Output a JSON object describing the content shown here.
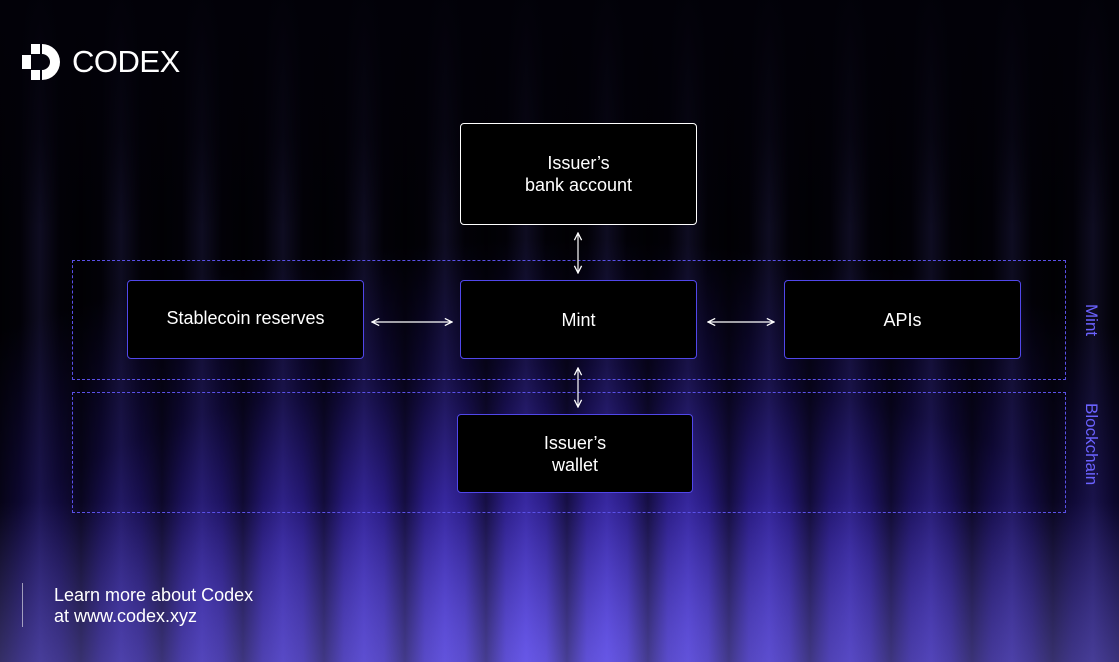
{
  "brand": {
    "name": "CODEX",
    "accent_color": "#5147ea"
  },
  "groups": {
    "mint": "Mint",
    "blockchain": "Blockchain"
  },
  "nodes": {
    "bank_account": "Issuer’s\nbank account",
    "stablecoin_reserves": "Stablecoin reserves",
    "mint": "Mint",
    "apis": "APIs",
    "wallet": "Issuer’s\nwallet"
  },
  "edges": [
    {
      "from": "bank_account",
      "to": "mint",
      "direction": "both"
    },
    {
      "from": "stablecoin_reserves",
      "to": "mint",
      "direction": "both"
    },
    {
      "from": "mint",
      "to": "apis",
      "direction": "both"
    },
    {
      "from": "mint",
      "to": "wallet",
      "direction": "both"
    }
  ],
  "footer": {
    "line1": "Learn more about Codex",
    "line2": "at www.codex.xyz"
  }
}
